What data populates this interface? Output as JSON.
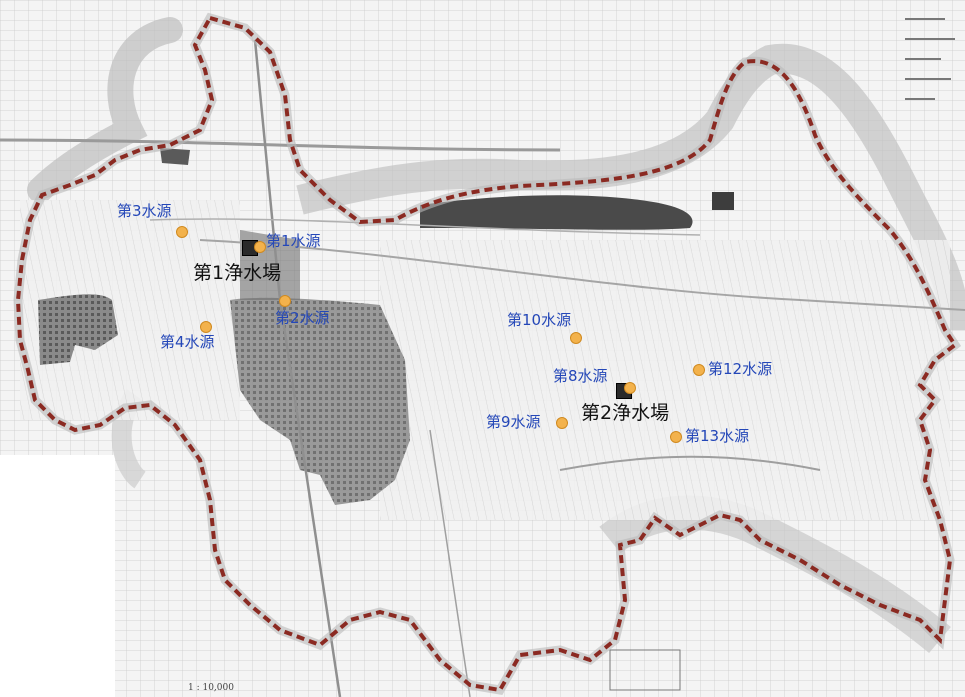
{
  "map": {
    "colors": {
      "boundary": "#8b2a22",
      "boundary_halo": "#b8b8b8",
      "source_dot": "#f3b24c",
      "source_label": "#2447b8",
      "plant_label": "#111111",
      "plant_marker": "#2a2a2a",
      "urban_area": "#5a5a5a"
    },
    "purification_plants": [
      {
        "id": "plant-1",
        "label": "第1浄水場"
      },
      {
        "id": "plant-2",
        "label": "第2浄水場"
      }
    ],
    "water_sources": [
      {
        "id": "source-1",
        "label": "第1水源"
      },
      {
        "id": "source-2",
        "label": "第2水源"
      },
      {
        "id": "source-3",
        "label": "第3水源"
      },
      {
        "id": "source-4",
        "label": "第4水源"
      },
      {
        "id": "source-8",
        "label": "第8水源"
      },
      {
        "id": "source-9",
        "label": "第9水源"
      },
      {
        "id": "source-10",
        "label": "第10水源"
      },
      {
        "id": "source-12",
        "label": "第12水源"
      },
      {
        "id": "source-13",
        "label": "第13水源"
      }
    ],
    "scale": "1 : 10,000"
  }
}
